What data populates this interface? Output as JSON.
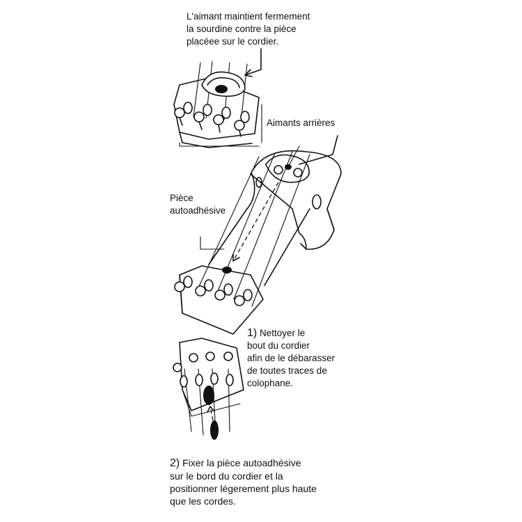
{
  "captions": {
    "magnet_top": [
      "L'aimant maintient fermement",
      "la sourdine contre la pièce",
      "placéee sur le cordier."
    ],
    "rear_magnets": "Aimants arrières",
    "adhesive_piece": [
      "Pièce",
      "autoadhésive"
    ],
    "step1": {
      "number": "1)",
      "lines": [
        "Nettoyer le",
        "bout du cordier",
        "afin de le débarasser",
        "de toutes traces de",
        "colophane."
      ]
    },
    "step2": {
      "number": "2)",
      "lines": [
        "Fixer la pièce autoadhésive",
        "sur le bord du cordier et la",
        "positionner légerement plus haute",
        "que les cordes."
      ]
    }
  }
}
